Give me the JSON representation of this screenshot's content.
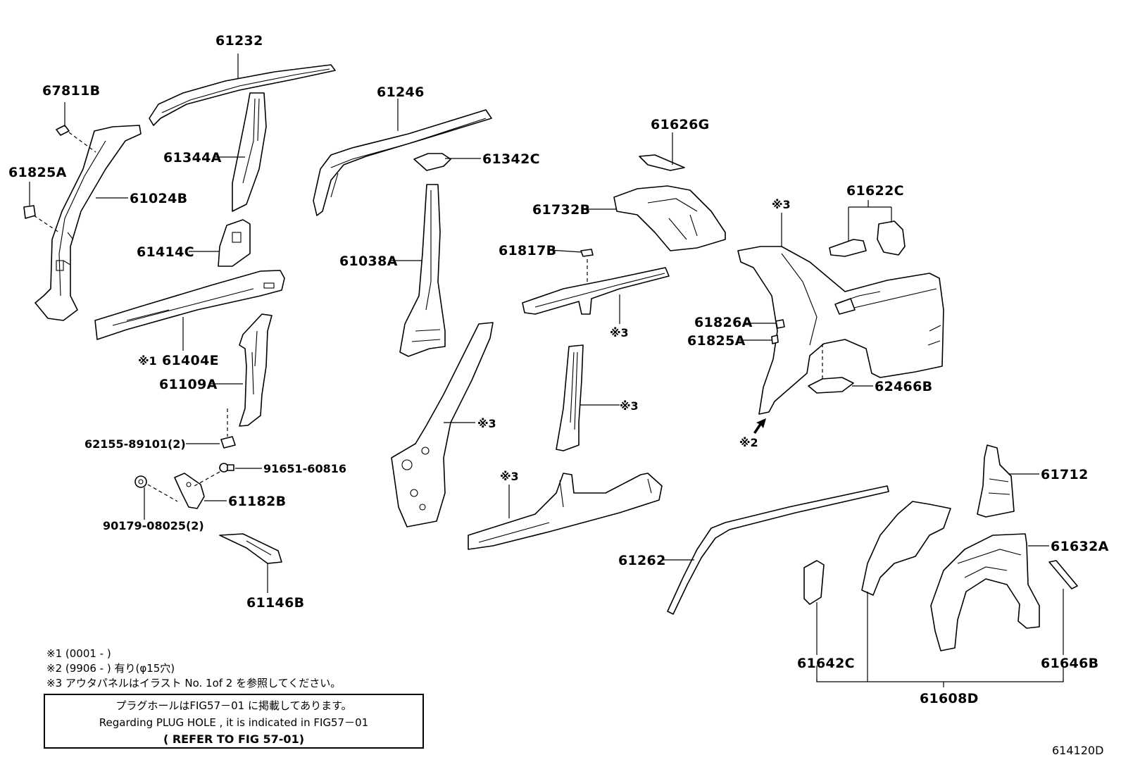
{
  "parts": {
    "p61232": "61232",
    "p67811B": "67811B",
    "p61825A_left": "61825A",
    "p61024B": "61024B",
    "p61344A": "61344A",
    "p61414C": "61414C",
    "p61404E": "61404E",
    "p61109A": "61109A",
    "p62155": "62155-89101(2)",
    "p91651": "91651-60816",
    "p61182B": "61182B",
    "p90179": "90179-08025(2)",
    "p61146B": "61146B",
    "p61246": "61246",
    "p61342C": "61342C",
    "p61038A": "61038A",
    "p61626G": "61626G",
    "p61732B": "61732B",
    "p61817B": "61817B",
    "p61622C": "61622C",
    "p61826A": "61826A",
    "p61825A_right": "61825A",
    "p62466B": "62466B",
    "p61712": "61712",
    "p61632A": "61632A",
    "p61262": "61262",
    "p61642C": "61642C",
    "p61646B": "61646B",
    "p61608D": "61608D"
  },
  "marks": {
    "m1_61404E": "※1",
    "m3_top": "※3",
    "m3_61817": "※3",
    "m3_pillar": "※3",
    "m3_center": "※3",
    "m3_rocker": "※3",
    "m2_arrow": "※2"
  },
  "notes": {
    "n1": "※1 (0001 -     )",
    "n2": "※2 (9906 -     ) 有り(φ15穴)",
    "n3": "※3 アウタパネルはイラスト No. 1of 2 を参照してください。"
  },
  "reference": {
    "line1": "プラグホールはFIG57－01 に掲載してあります。",
    "line2": "Regarding PLUG HOLE , it is indicated in FIG57－01",
    "line3": "( REFER TO FIG 57-01)"
  },
  "figure_id": "614120D"
}
